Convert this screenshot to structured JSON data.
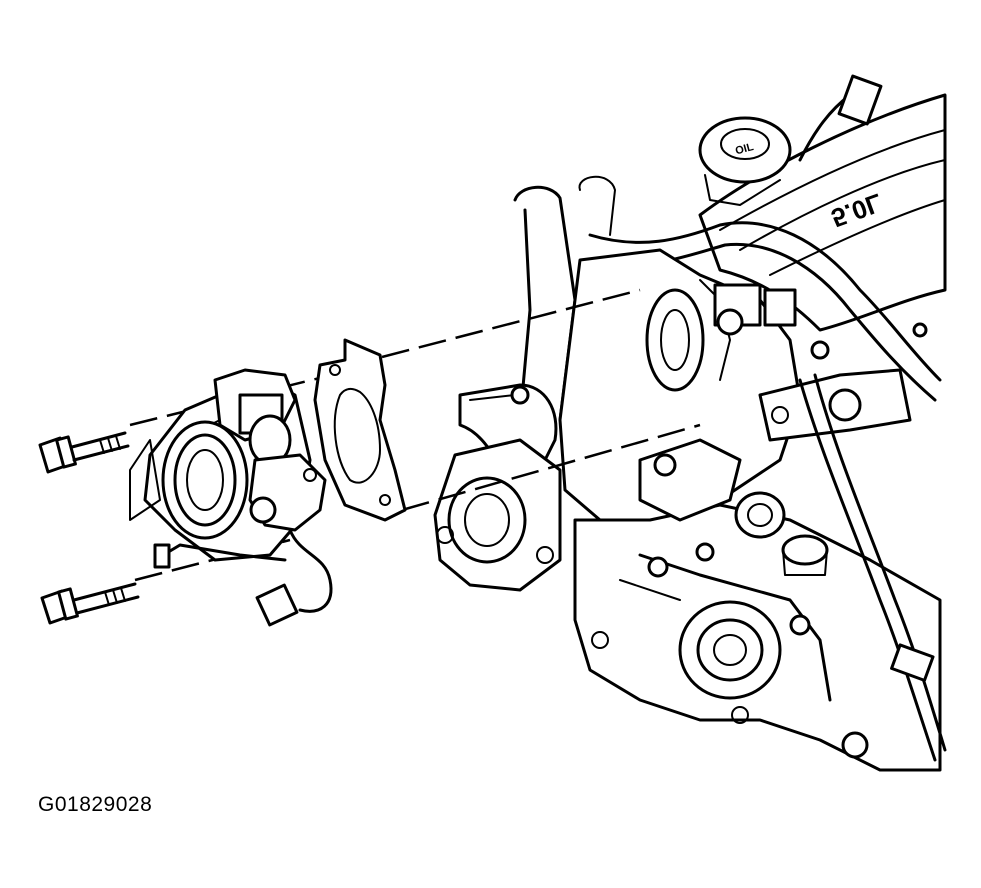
{
  "figure": {
    "caption_id": "G01829028",
    "manifold_lettering": "5.0L",
    "cap_lettering": "OIL"
  },
  "colors": {
    "line": "#000000",
    "background": "#ffffff"
  },
  "icons": [
    "throttle-body-icon",
    "gasket-icon",
    "bolt-icon",
    "engine-block-icon"
  ]
}
